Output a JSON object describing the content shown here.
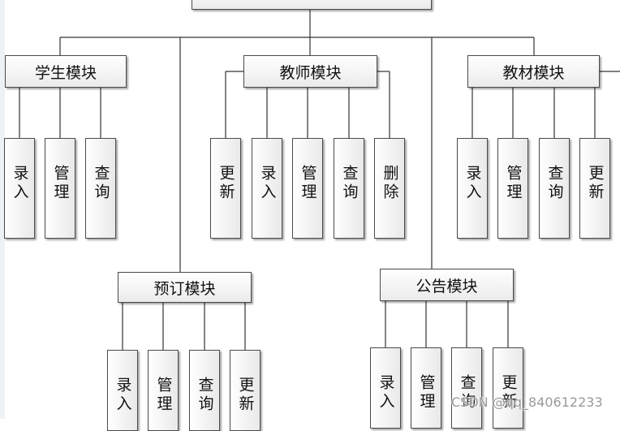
{
  "modules": [
    {
      "label": "学生模块",
      "children": [
        "录入",
        "管理",
        "查询"
      ]
    },
    {
      "label": "教师模块",
      "children": [
        "更新",
        "录入",
        "管理",
        "查询",
        "删除"
      ]
    },
    {
      "label": "教材模块",
      "children": [
        "录入",
        "管理",
        "查询",
        "更新"
      ]
    },
    {
      "label": "预订模块",
      "children": [
        "录入",
        "管理",
        "查询",
        "更新"
      ]
    },
    {
      "label": "公告模块",
      "children": [
        "录入",
        "管理",
        "查询",
        "更新"
      ]
    }
  ],
  "watermark": "CSDN @qq_840612233"
}
